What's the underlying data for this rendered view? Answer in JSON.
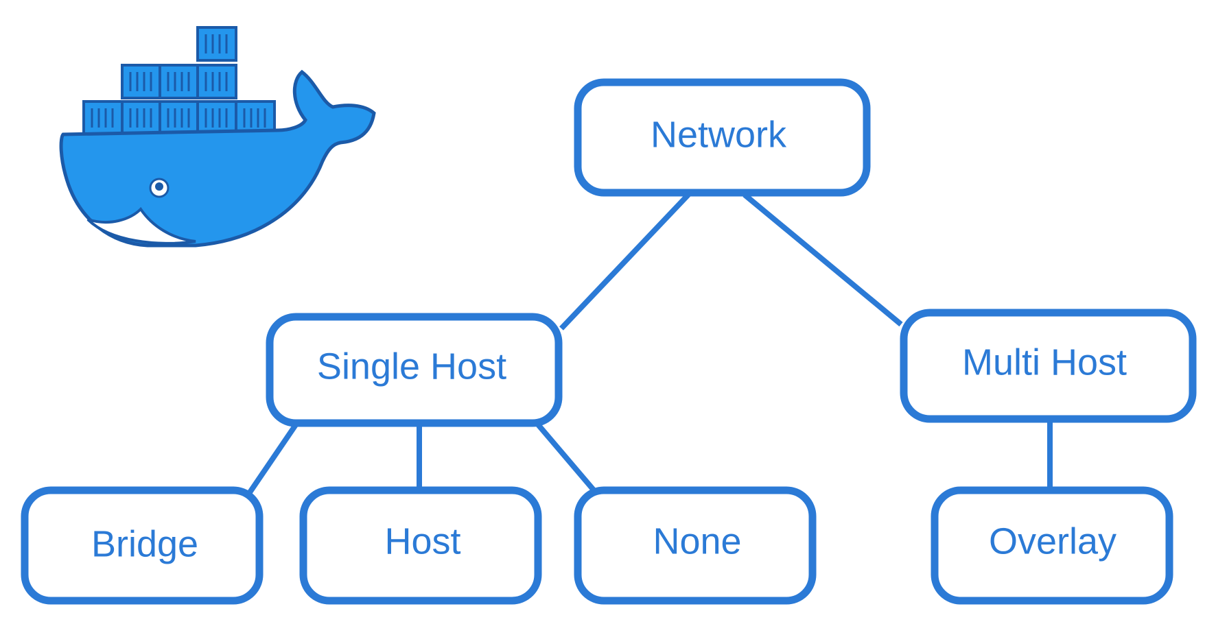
{
  "logo": {
    "icon": "docker-whale-icon",
    "colors": {
      "body": "#2496ed",
      "outline": "#1b5aa8",
      "belly": "#ffffff"
    }
  },
  "diagram": {
    "colors": {
      "stroke": "#2b7ad6",
      "text": "#2b7ad6",
      "fill": "#ffffff"
    },
    "nodes": {
      "network": "Network",
      "single_host": "Single Host",
      "multi_host": "Multi Host",
      "bridge": "Bridge",
      "host": "Host",
      "none": "None",
      "overlay": "Overlay"
    },
    "edges": [
      [
        "network",
        "single_host"
      ],
      [
        "network",
        "multi_host"
      ],
      [
        "single_host",
        "bridge"
      ],
      [
        "single_host",
        "host"
      ],
      [
        "single_host",
        "none"
      ],
      [
        "multi_host",
        "overlay"
      ]
    ]
  }
}
